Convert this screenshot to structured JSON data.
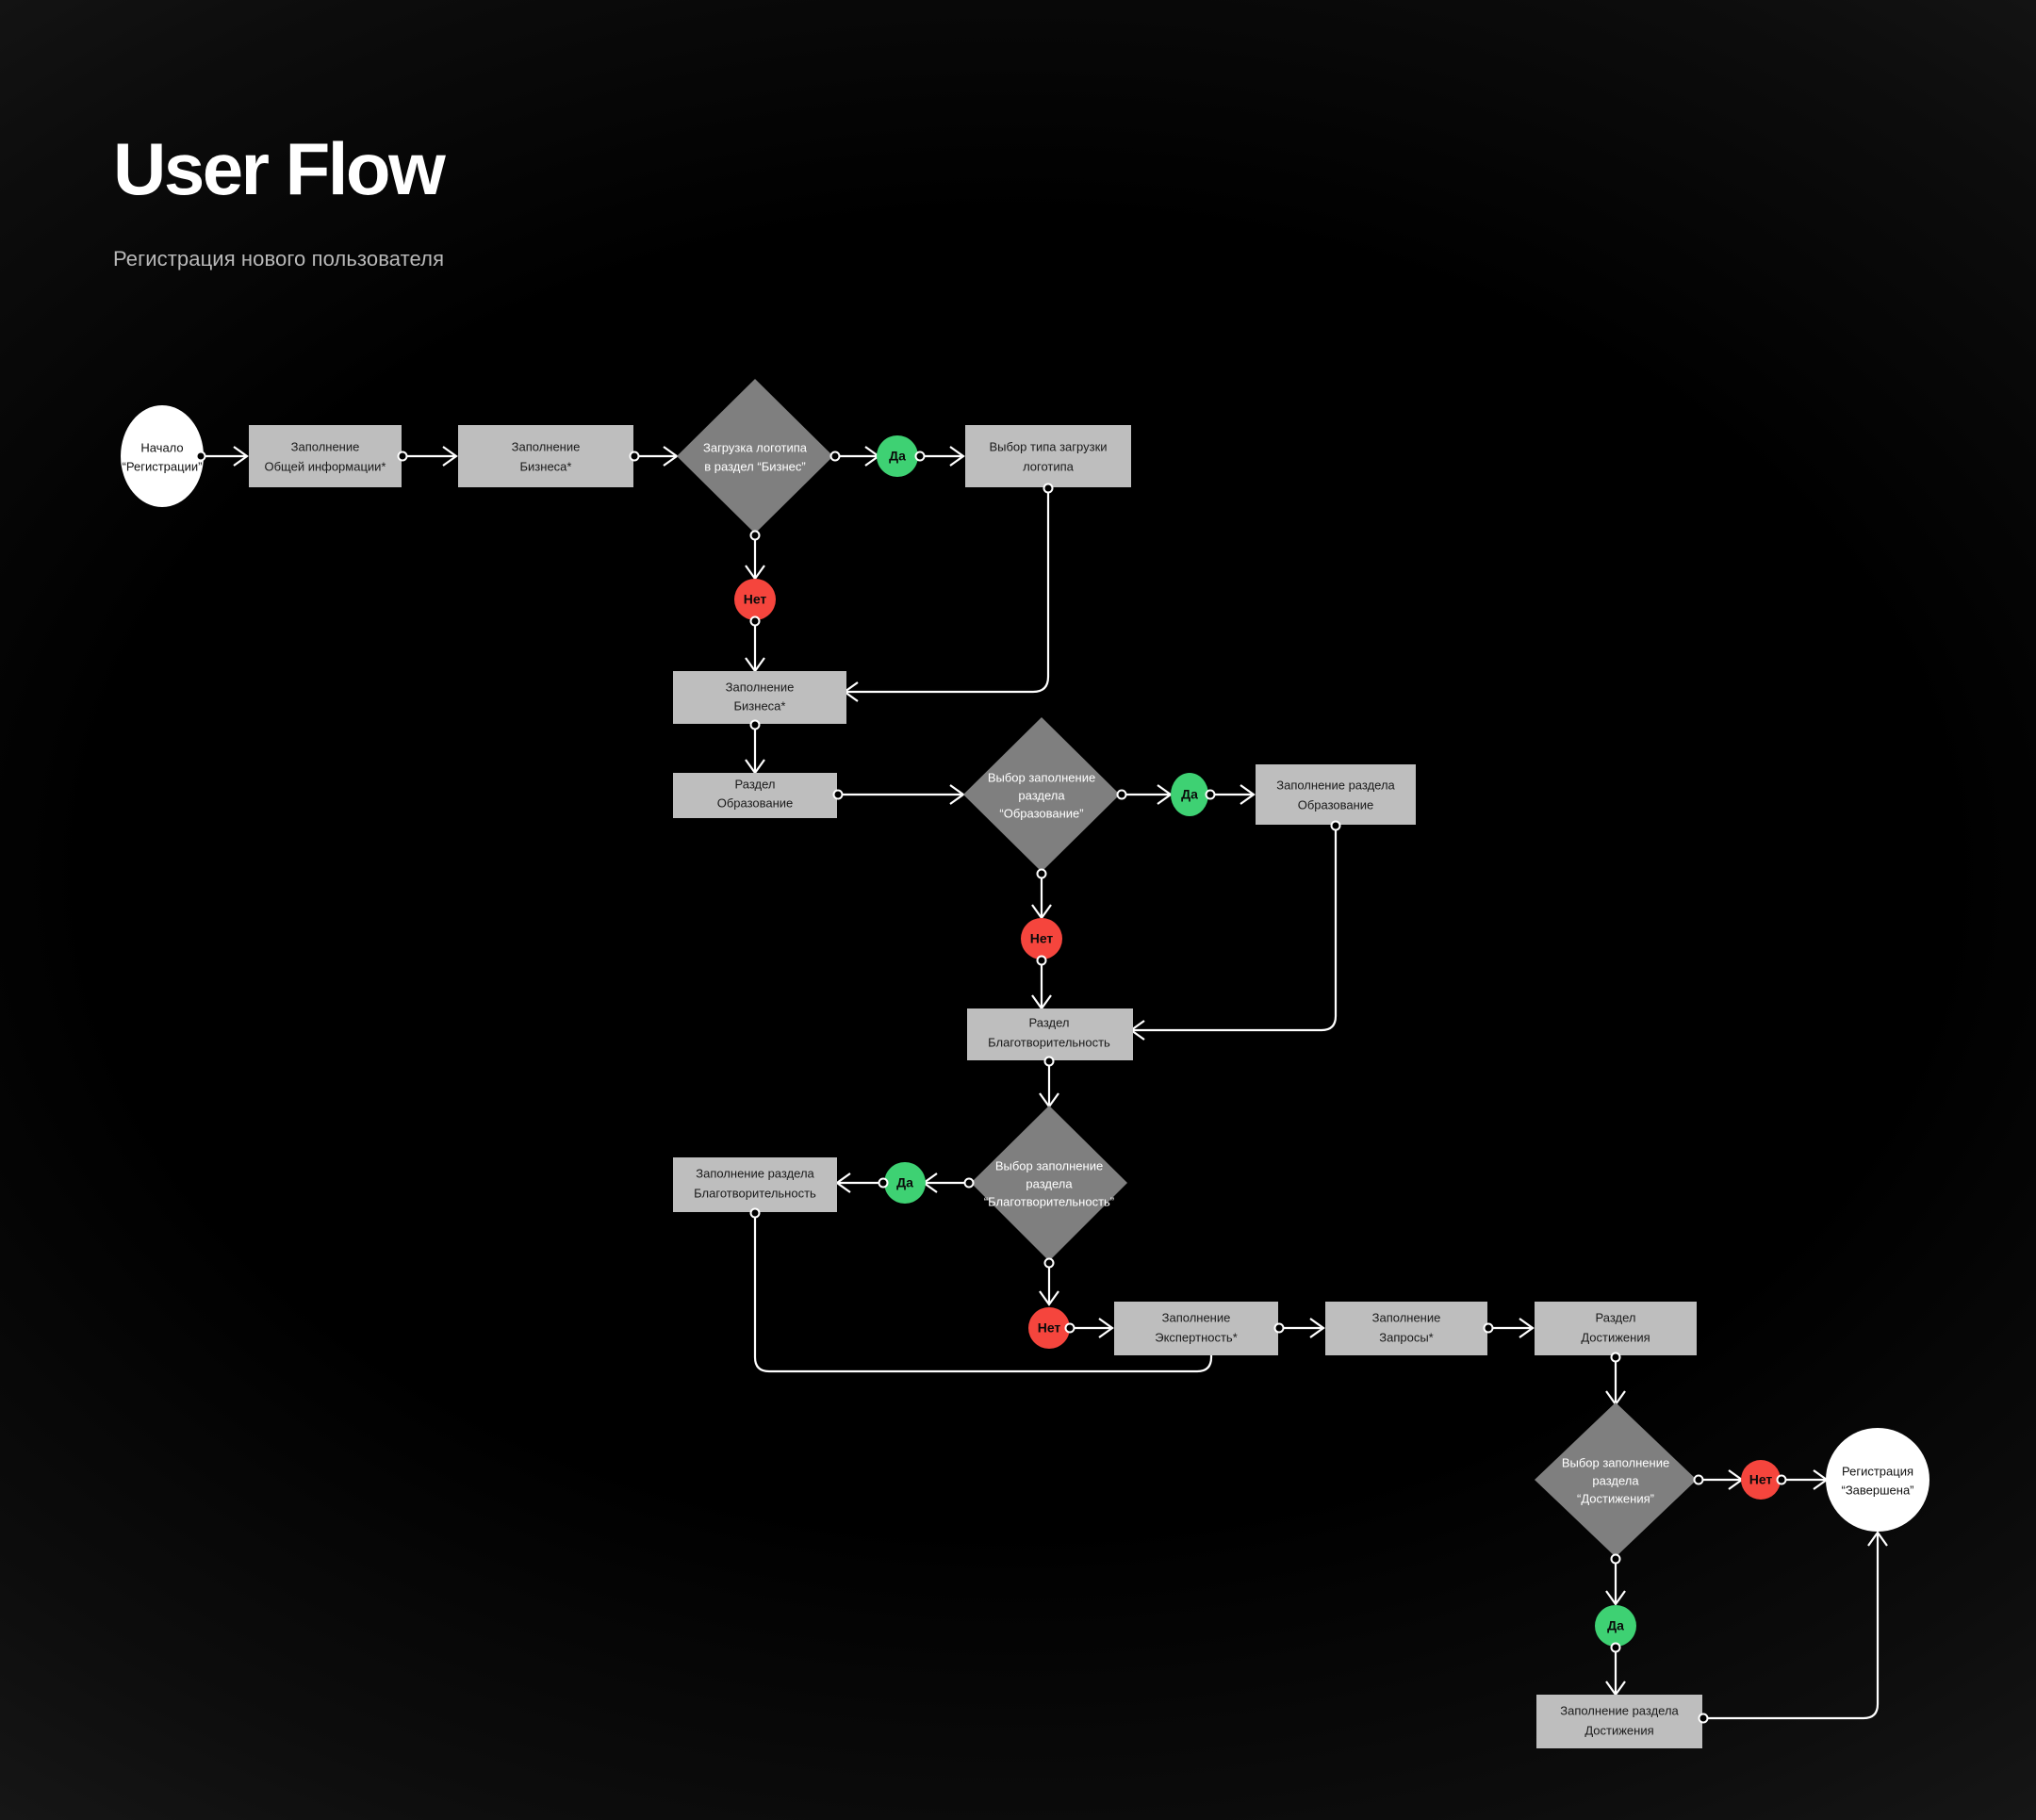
{
  "header": {
    "title": "User Flow",
    "subtitle": "Регистрация нового пользователя"
  },
  "colors": {
    "background_center": "#000000",
    "background_edge": "#2f2f2f",
    "process_box": "#bebebe",
    "decision_diamond": "#7f7f7f",
    "terminator": "#ffffff",
    "yes_badge": "#3ed173",
    "no_badge": "#f5453d",
    "edge": "#ffffff"
  },
  "labels": {
    "yes": "Да",
    "no": "Нет"
  },
  "nodes": {
    "start": {
      "line1": "Начало",
      "line2": "“Регистрации”"
    },
    "general_info": {
      "line1": "Заполнение",
      "line2": "Общей информации*"
    },
    "business_1": {
      "line1": "Заполнение",
      "line2": "Бизнеса*"
    },
    "logo_decision": {
      "line1": "Загрузка логотипа",
      "line2": "в раздел “Бизнес”"
    },
    "logo_type": {
      "line1": "Выбор типа загрузки",
      "line2": "логотипа"
    },
    "business_2": {
      "line1": "Заполнение",
      "line2": "Бизнеса*"
    },
    "section_education": {
      "line1": "Раздел",
      "line2": "Образование"
    },
    "education_decision": {
      "line1": "Выбор заполнение",
      "line2": "раздела",
      "line3": "“Образование”"
    },
    "fill_education": {
      "line1": "Заполнение  раздела",
      "line2": "Образование"
    },
    "section_charity": {
      "line1": "Раздел",
      "line2": "Благотворительность"
    },
    "charity_decision": {
      "line1": "Выбор заполнение",
      "line2": "раздела",
      "line3": "“Благотворительность”"
    },
    "fill_charity": {
      "line1": "Заполнение  раздела",
      "line2": "Благотворительность"
    },
    "expertise": {
      "line1": "Заполнение",
      "line2": "Экспертность*"
    },
    "requests": {
      "line1": "Заполнение",
      "line2": "Запросы*"
    },
    "section_achievements": {
      "line1": "Раздел",
      "line2": "Достижения"
    },
    "achievements_decision": {
      "line1": "Выбор заполнение",
      "line2": "раздела",
      "line3": "“Достижения”"
    },
    "fill_achievements": {
      "line1": "Заполнение раздела",
      "line2": "Достижения"
    },
    "end": {
      "line1": "Регистрация",
      "line2": "“Завершена”"
    }
  },
  "badges": {
    "logo_yes": "Да",
    "logo_no": "Нет",
    "education_yes": "Да",
    "education_no": "Нет",
    "charity_yes": "Да",
    "charity_no": "Нет",
    "achievements_yes": "Да",
    "achievements_no": "Нет"
  }
}
